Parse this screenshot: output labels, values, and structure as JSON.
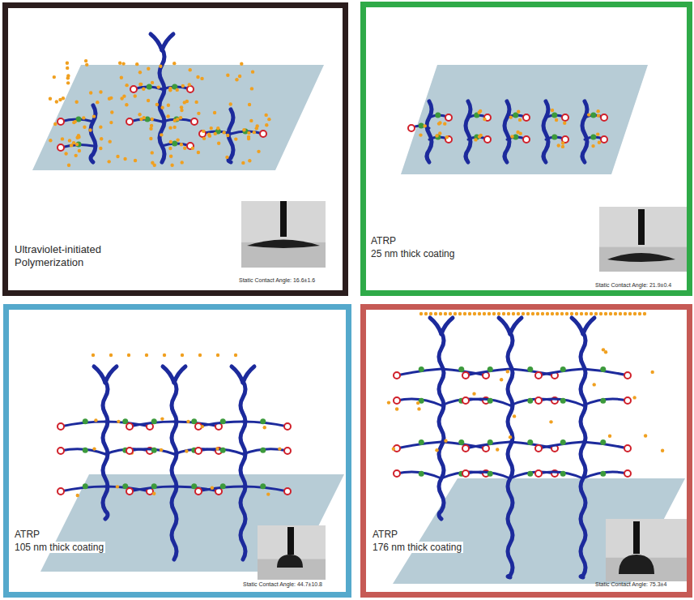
{
  "diagram": {
    "nodes": [
      {
        "text": [
          "Ultraviolet-initiated Polymerization",
          "Static Contact Angle: 16.6±1.6"
        ]
      },
      {
        "text": [
          "ATRP",
          "25 nm thick coating",
          "Static Contact Angle: 21.9±0.4"
        ]
      },
      {
        "text": [
          "ATRP",
          "105 nm thick coating",
          "Static Contact Angle: 44.7±10.8"
        ]
      },
      {
        "text": [
          "ATRP",
          "176 nm thick coating",
          "Static Contact Angle: 75.3±4"
        ]
      }
    ]
  }
}
